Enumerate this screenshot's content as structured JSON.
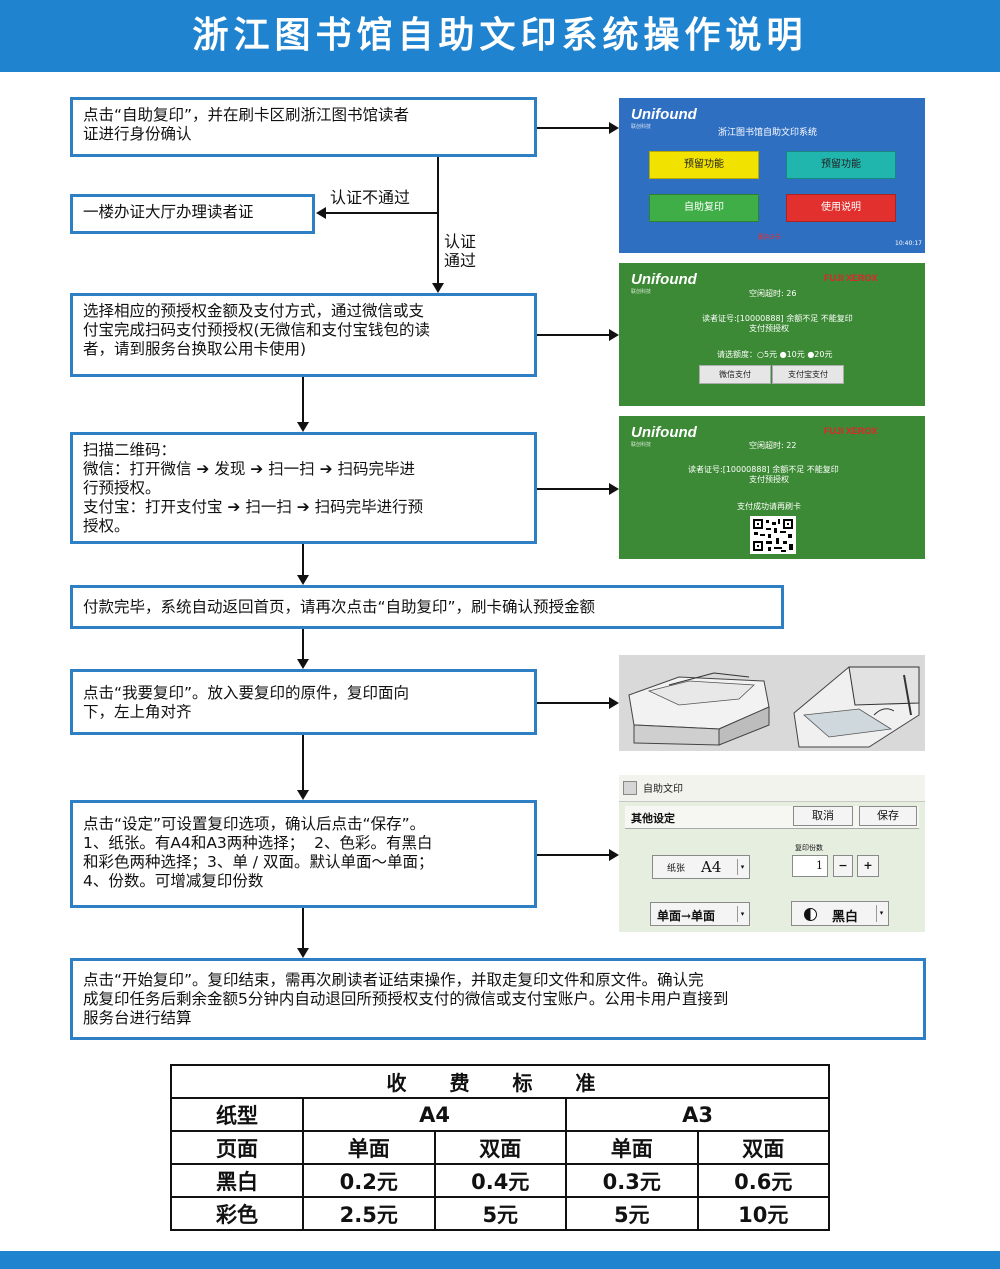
{
  "header": {
    "title": "浙江图书馆自助文印系统操作说明"
  },
  "steps": {
    "s1": [
      "点击“自助复印”，并在刷卡区刷浙江图书馆读者",
      "证进行身份确认"
    ],
    "fail": [
      "一楼办证大厅办理读者证"
    ],
    "s2": [
      "选择相应的预授权金额及支付方式，通过微信或支",
      "付宝完成扫码支付预授权(无微信和支付宝钱包的读",
      "者，请到服务台换取公用卡使用)"
    ],
    "s3": [
      "扫描二维码：",
      "微信：打开微信 ➔ 发现 ➔ 扫一扫 ➔ 扫码完毕进",
      "行预授权。",
      "支付宝：打开支付宝 ➔ 扫一扫 ➔ 扫码完毕进行预",
      "授权。"
    ],
    "s4": [
      "付款完毕，系统自动返回首页，请再次点击“自助复印”，刷卡确认预授金额"
    ],
    "s5": [
      "点击“我要复印”。放入要复印的原件，复印面向",
      "下，左上角对齐"
    ],
    "s6": [
      "点击“设定”可设置复印选项，确认后点击“保存”。",
      "1、纸张。有A4和A3两种选择；  2、色彩。有黑白",
      "和彩色两种选择；3、单 / 双面。默认单面～单面；",
      "4、份数。可增减复印份数"
    ],
    "s7": [
      "点击“开始复印”。复印结束，需再次刷读者证结束操作，并取走复印文件和原文件。确认完",
      "成复印任务后剩余金额5分钟内自动退回所预授权支付的微信或支付宝账户。公用卡用户直接到",
      "服务台进行结算"
    ]
  },
  "labels": {
    "fail": "认证不通过",
    "pass_1": "认证",
    "pass_2": "通过"
  },
  "screen1": {
    "logo": "Unifound",
    "logo_sub": "联创科技",
    "title": "浙江图书馆自助文印系统",
    "btn_reserve_1": "预留功能",
    "btn_reserve_2": "预留功能",
    "btn_copy": "自助复印",
    "btn_help": "使用说明",
    "colors": {
      "yellow": "#f2e200",
      "teal": "#20b6ae",
      "green": "#3fae47",
      "red": "#e1302d"
    },
    "card": "刷A3卡",
    "time": "10:40:17"
  },
  "screen2": {
    "logo": "Unifound",
    "logo_sub": "联创科技",
    "brand": "FUJI XEROX",
    "timeout": "空闲超时: 26",
    "line1": "读者证号:[10000888] 余额不足 不能复印",
    "line2": "支付预授权",
    "amount": "请选额度：○5元 ●10元 ●20元",
    "btn_wechat": "微信支付",
    "btn_alipay": "支付宝支付"
  },
  "screen3": {
    "logo": "Unifound",
    "logo_sub": "联创科技",
    "brand": "FUJI XEROX",
    "timeout": "空闲超时: 22",
    "line1": "读者证号:[10000888] 余额不足 不能复印",
    "line2": "支付预授权",
    "line3": "支付成功请再刷卡"
  },
  "panel": {
    "title": "自助文印",
    "section": "其他设定",
    "btn_cancel": "取消",
    "btn_save": "保存",
    "copies_label": "复印份数",
    "copies": "1",
    "minus": "−",
    "plus": "+",
    "paper_label": "纸张",
    "paper": "A4",
    "duplex": "单面→单面",
    "color": "黑白"
  },
  "fee": {
    "title": "收 费 标 准",
    "row_paper": {
      "label": "纸型",
      "a4": "A4",
      "a3": "A3"
    },
    "row_side": {
      "label": "页面",
      "single": "单面",
      "double": "双面"
    },
    "rows": [
      {
        "label": "黑白",
        "values": [
          "0.2元",
          "0.4元",
          "0.3元",
          "0.6元"
        ]
      },
      {
        "label": "彩色",
        "values": [
          "2.5元",
          "5元",
          "5元",
          "10元"
        ]
      }
    ]
  }
}
